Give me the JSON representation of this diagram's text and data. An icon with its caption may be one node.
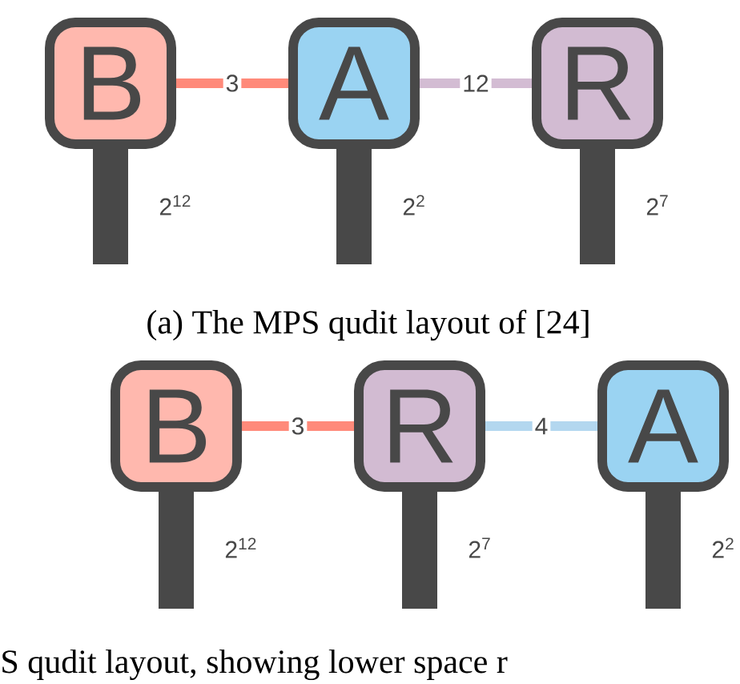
{
  "diagram": {
    "nodes": [
      {
        "text": [
          "B"
        ],
        "beside": [
          "2$^{12}$"
        ]
      },
      {
        "text": [
          "A"
        ],
        "beside": [
          "2$^{2}$"
        ]
      },
      {
        "text": [
          "R"
        ],
        "beside": [
          "2$^{7}$"
        ]
      },
      {
        "text": [
          "B"
        ],
        "beside": [
          "2$^{12}$"
        ]
      },
      {
        "text": [
          "R"
        ],
        "beside": [
          "2$^{7}$"
        ]
      },
      {
        "text": [
          "A"
        ],
        "beside": [
          "2$^{2}$"
        ]
      }
    ],
    "edges": [
      {
        "from": 0,
        "to": 1,
        "arrow": "none",
        "label": "3",
        "color": "#ff8a7a"
      },
      {
        "from": 1,
        "to": 2,
        "arrow": "none",
        "label": "12",
        "color": "#d3bcd3"
      },
      {
        "from": 3,
        "to": 4,
        "arrow": "none",
        "label": "3",
        "color": "#ff8a7a"
      },
      {
        "from": 4,
        "to": 5,
        "arrow": "none",
        "label": "4",
        "color": "#b3d7ef"
      }
    ],
    "labels": [
      "(a) The MPS qudit layout of [24]",
      "S qudit layout, showing lower space r"
    ]
  }
}
